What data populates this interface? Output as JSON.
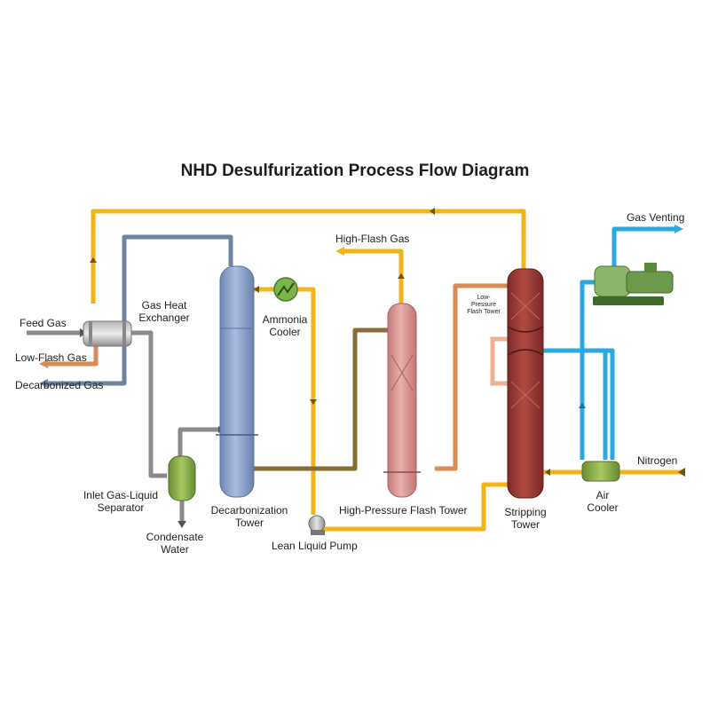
{
  "title": "NHD Desulfurization Process Flow Diagram",
  "labels": {
    "feed_gas": "Feed Gas",
    "low_flash_gas": "Low-Flash Gas",
    "decarbonized_gas": "Decarbonized Gas",
    "gas_heat_exchanger_1": "Gas Heat",
    "gas_heat_exchanger_2": "Exchanger",
    "ammonia_cooler_1": "Ammonia",
    "ammonia_cooler_2": "Cooler",
    "high_flash_gas": "High-Flash Gas",
    "low_pressure_flash_tower_1": "Low-",
    "low_pressure_flash_tower_2": "Pressure",
    "low_pressure_flash_tower_3": "Flash Tower",
    "gas_venting": "Gas Venting",
    "nitrogen": "Nitrogen",
    "inlet_separator_1": "Inlet Gas-Liquid",
    "inlet_separator_2": "Separator",
    "condensate_water_1": "Condensate",
    "condensate_water_2": "Water",
    "decarbonization_tower_1": "Decarbonization",
    "decarbonization_tower_2": "Tower",
    "lean_liquid_pump": "Lean Liquid Pump",
    "hp_flash_tower": "High-Pressure Flash Tower",
    "stripping_tower_1": "Stripping",
    "stripping_tower_2": "Tower",
    "air_cooler_1": "Air",
    "air_cooler_2": "Cooler"
  },
  "colors": {
    "yellow_pipe": "#f2b417",
    "blue_gray_pipe": "#6f83a3",
    "gray_pipe": "#8a8a8a",
    "brown_pipe": "#8a6a35",
    "orange_pipe": "#d98a55",
    "sky_pipe": "#2aa9e0",
    "decarb_tower": "#8fa6cf",
    "hp_flash_tower": "#d99999",
    "stripping_tower": "#9b3a35",
    "separator": "#86a844",
    "ammonia_cooler": "#7ab648",
    "pump": "#6c9a4a"
  }
}
